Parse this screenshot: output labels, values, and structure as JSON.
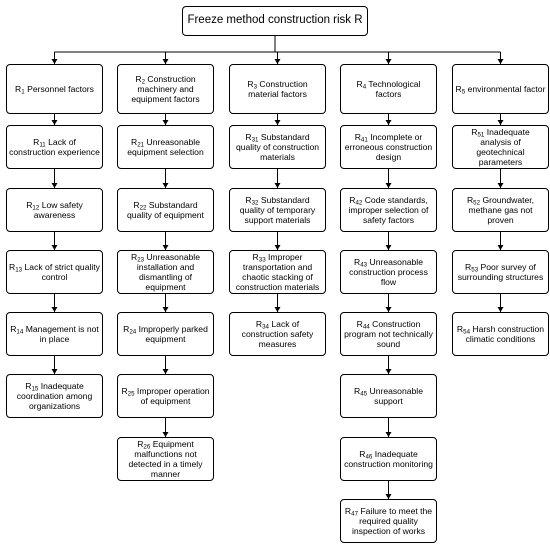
{
  "root": {
    "code": "",
    "text": "Freeze method construction risk R"
  },
  "columns": [
    {
      "header": {
        "code": "R",
        "sub": "1",
        "text": " Personnel factors"
      },
      "items": [
        {
          "code": "R",
          "sub": "11",
          "text": " Lack of construction experience"
        },
        {
          "code": "R",
          "sub": "12",
          "text": " Low safety awareness"
        },
        {
          "code": "R",
          "sub": "13",
          "text": " Lack of strict quality control"
        },
        {
          "code": "R",
          "sub": "14",
          "text": " Management is not in place"
        },
        {
          "code": "R",
          "sub": "15",
          "text": " Inadequate coordination among organizations"
        }
      ]
    },
    {
      "header": {
        "code": "R",
        "sub": "2",
        "text": " Construction machinery and equipment factors"
      },
      "items": [
        {
          "code": "R",
          "sub": "21",
          "text": " Unreasonable equipment selection"
        },
        {
          "code": "R",
          "sub": "22",
          "text": " Substandard quality of equipment"
        },
        {
          "code": "R",
          "sub": "23",
          "text": " Unreasonable installation and dismantling of equipment"
        },
        {
          "code": "R",
          "sub": "24",
          "text": " Improperly parked equipment"
        },
        {
          "code": "R",
          "sub": "25",
          "text": " Improper operation of equipment"
        },
        {
          "code": "R",
          "sub": "26",
          "text": " Equipment malfunctions not detected in a timely manner"
        }
      ]
    },
    {
      "header": {
        "code": "R",
        "sub": "3",
        "text": " Construction material factors"
      },
      "items": [
        {
          "code": "R",
          "sub": "31",
          "text": " Substandard quality of construction materials"
        },
        {
          "code": "R",
          "sub": "32",
          "text": " Substandard quality of temporary support materials"
        },
        {
          "code": "R",
          "sub": "33",
          "text": " Improper transportation and chaotic stacking of construction materials"
        },
        {
          "code": "R",
          "sub": "34",
          "text": " Lack of construction safety measures"
        }
      ]
    },
    {
      "header": {
        "code": "R",
        "sub": "4",
        "text": " Technological factors"
      },
      "items": [
        {
          "code": "R",
          "sub": "41",
          "text": " Incomplete or erroneous construction design"
        },
        {
          "code": "R",
          "sub": "42",
          "text": " Code standards, improper selection of safety factors"
        },
        {
          "code": "R",
          "sub": "43",
          "text": " Unreasonable construction process flow"
        },
        {
          "code": "R",
          "sub": "44",
          "text": " Construction program not technically sound"
        },
        {
          "code": "R",
          "sub": "45",
          "text": " Unreasonable support"
        },
        {
          "code": "R",
          "sub": "46",
          "text": " Inadequate construction monitoring"
        },
        {
          "code": "R",
          "sub": "47",
          "text": " Failure to meet the required quality inspection of works"
        }
      ]
    },
    {
      "header": {
        "code": "R",
        "sub": "5",
        "text": " environmental factor"
      },
      "items": [
        {
          "code": "R",
          "sub": "51",
          "text": " Inadequate analysis of geotechnical parameters"
        },
        {
          "code": "R",
          "sub": "52",
          "text": " Groundwater, methane gas not proven"
        },
        {
          "code": "R",
          "sub": "53",
          "text": " Poor survey of surrounding structures"
        },
        {
          "code": "R",
          "sub": "54",
          "text": " Harsh construction climatic conditions"
        }
      ]
    }
  ]
}
